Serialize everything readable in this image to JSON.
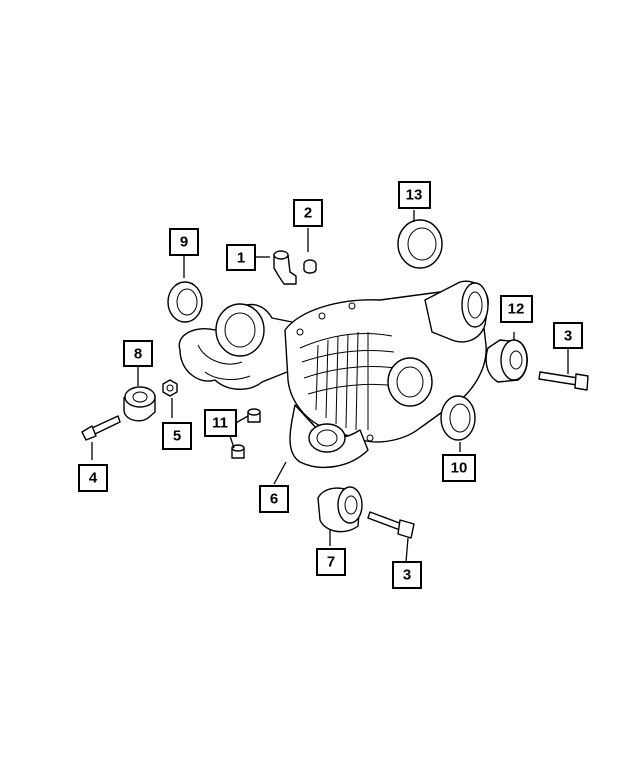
{
  "diagram": {
    "callouts": [
      {
        "id": "callout-1",
        "label": "1"
      },
      {
        "id": "callout-2",
        "label": "2"
      },
      {
        "id": "callout-3a",
        "label": "3"
      },
      {
        "id": "callout-3b",
        "label": "3"
      },
      {
        "id": "callout-4",
        "label": "4"
      },
      {
        "id": "callout-5",
        "label": "5"
      },
      {
        "id": "callout-6",
        "label": "6"
      },
      {
        "id": "callout-7",
        "label": "7"
      },
      {
        "id": "callout-8",
        "label": "8"
      },
      {
        "id": "callout-9",
        "label": "9"
      },
      {
        "id": "callout-10",
        "label": "10"
      },
      {
        "id": "callout-11",
        "label": "11"
      },
      {
        "id": "callout-12",
        "label": "12"
      },
      {
        "id": "callout-13",
        "label": "13"
      }
    ]
  }
}
